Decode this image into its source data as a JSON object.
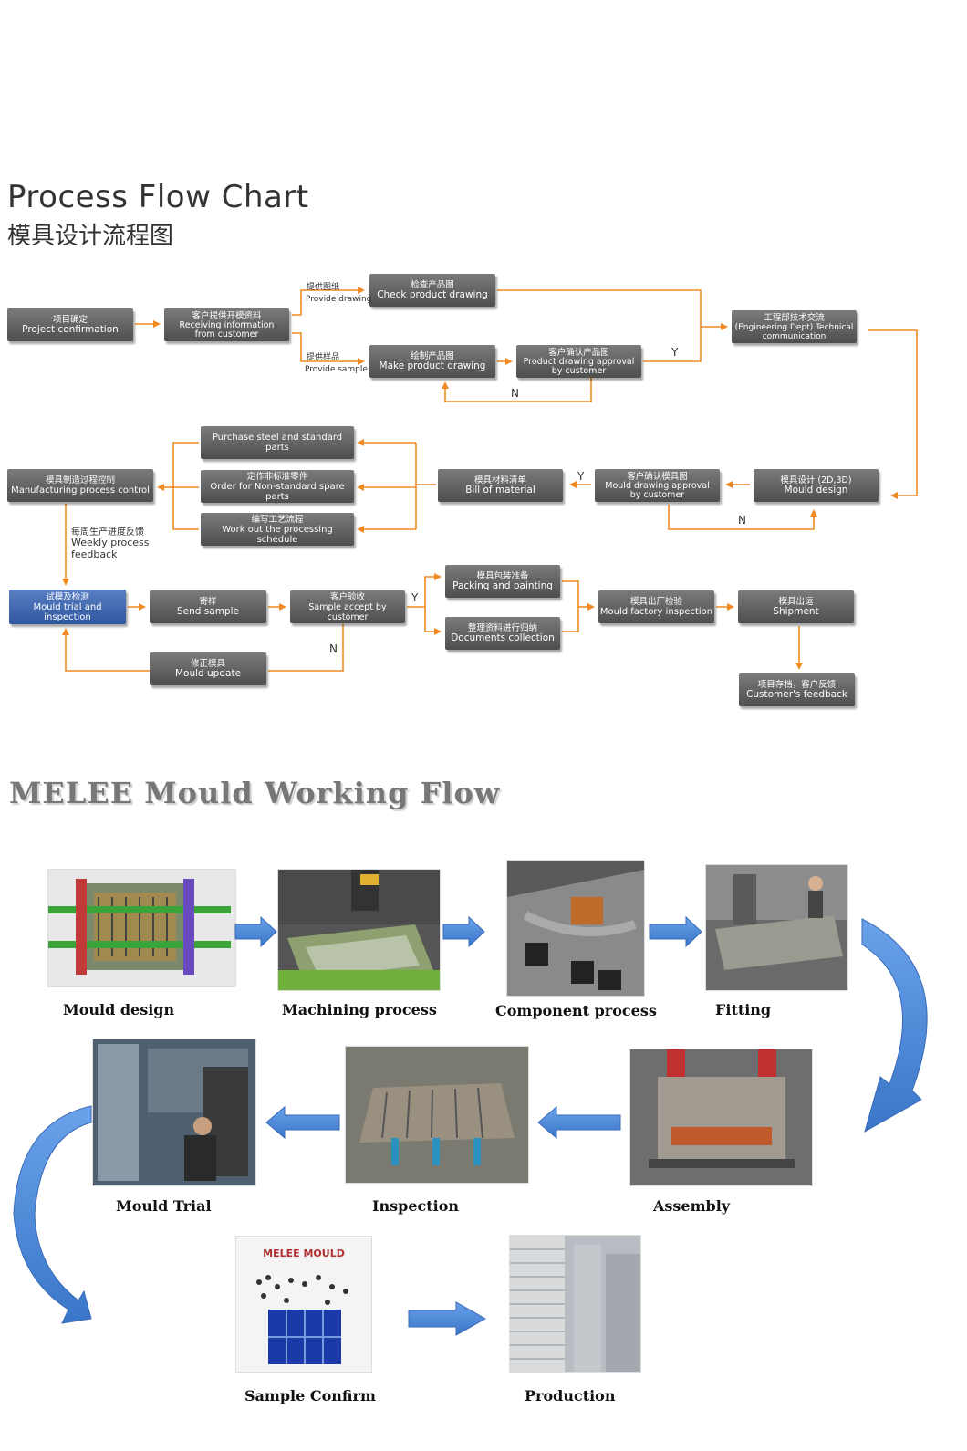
{
  "header": {
    "title_en": "Process Flow Chart",
    "title_zh": "模具设计流程图"
  },
  "flow": {
    "project_confirmation": {
      "zh": "项目确定",
      "en": "Project confirmation"
    },
    "receiving_info": {
      "zh": "客户提供开模资料",
      "en": "Receiving information from customer"
    },
    "check_drawing": {
      "zh": "检查产品图",
      "en": "Check product drawing"
    },
    "make_drawing": {
      "zh": "绘制产品图",
      "en": "Make product drawing"
    },
    "drawing_approval": {
      "zh": "客户确认产品图",
      "en": "Product drawing approval by customer"
    },
    "tech_comm": {
      "zh": "工程部技术交流",
      "en": "(Engineering Dept) Technical communication"
    },
    "mould_design": {
      "zh": "模具设计 (2D,3D)",
      "en": "Mould design"
    },
    "mould_drawing_approval": {
      "zh": "客户确认模具图",
      "en": "Mould drawing approval by customer"
    },
    "bill_of_material": {
      "zh": "模具材料清单",
      "en": "Bill of material"
    },
    "purchase_steel": {
      "zh": "",
      "en": "Purchase steel and standard parts"
    },
    "order_nonstandard": {
      "zh": "定作非标准零件",
      "en": "Order for Non-standard spare parts"
    },
    "processing_schedule": {
      "zh": "编写工艺流程",
      "en": "Work out the processing schedule"
    },
    "manufacturing_control": {
      "zh": "模具制造过程控制",
      "en": "Manufacturing process control"
    },
    "mould_trial": {
      "zh": "试模及检测",
      "en": "Mould trial and inspection"
    },
    "send_sample": {
      "zh": "寄样",
      "en": "Send sample"
    },
    "sample_accept": {
      "zh": "客户验收",
      "en": "Sample accept by customer"
    },
    "packing": {
      "zh": "模具包装准备",
      "en": "Packing and painting"
    },
    "documents": {
      "zh": "整理资料进行归纳",
      "en": "Documents collection"
    },
    "factory_inspection": {
      "zh": "模具出厂检验",
      "en": "Mould factory inspection"
    },
    "shipment": {
      "zh": "模具出运",
      "en": "Shipment"
    },
    "customer_feedback": {
      "zh": "项目存档，客户反馈",
      "en": "Customer's feedback"
    },
    "mould_update": {
      "zh": "修正模具",
      "en": "Mould update"
    }
  },
  "labels": {
    "provide_drawing_zh": "提供图纸",
    "provide_drawing_en": "Provide drawing",
    "provide_sample_zh": "提供样品",
    "provide_sample_en": "Provide sample",
    "weekly_zh": "每周生产进度反馈",
    "weekly_en1": "Weekly process",
    "weekly_en2": "feedback",
    "y": "Y",
    "n": "N"
  },
  "working_flow": {
    "title": "MELEE Mould Working Flow",
    "steps": [
      "Mould design",
      "Machining process",
      "Component process",
      "Fitting",
      "Mould Trial",
      "Inspection",
      "Assembly",
      "Sample Confirm",
      "Production"
    ],
    "sign_text": "MELEE MOULD"
  },
  "colors": {
    "arrow_orange": "#f08a24",
    "arrow_blue": "#4a86d8",
    "box_gray": "#5e5e5e",
    "box_blue": "#3a62ad"
  }
}
